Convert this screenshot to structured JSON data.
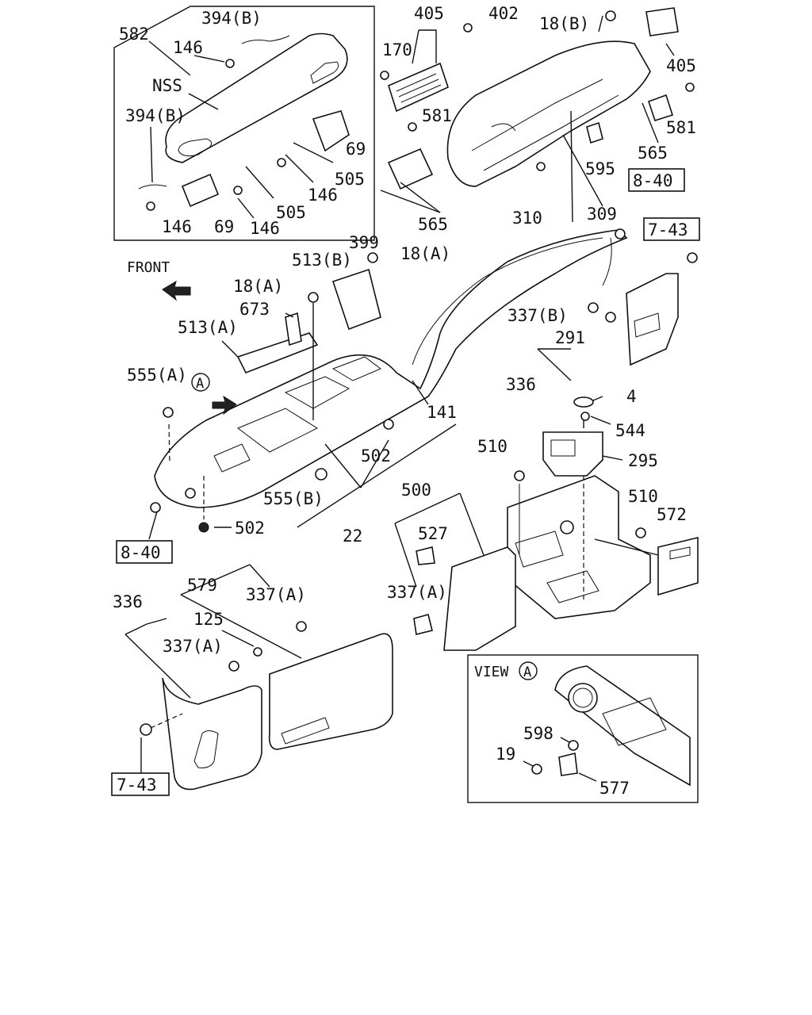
{
  "labels": {
    "l582": "582",
    "l394b_top": "394(B)",
    "l146_a": "146",
    "lnss": "NSS",
    "l394b_left": "394(B)",
    "l69_a": "69",
    "l505_a": "505",
    "l146_b": "146",
    "l505_b": "505",
    "l146_c": "146",
    "l69_b": "69",
    "l146_d": "146",
    "l405_a": "405",
    "l402": "402",
    "l170": "170",
    "l18b": "18(B)",
    "l405_b": "405",
    "l581_a": "581",
    "l581_b": "581",
    "l565_a": "565",
    "l595": "595",
    "l565_b": "565",
    "l310": "310",
    "l309": "309",
    "l840_a": "8-40",
    "l743_a": "7-43",
    "lfront": "FRONT",
    "l399": "399",
    "l513b": "513(B)",
    "l18a_a": "18(A)",
    "l18a_b": "18(A)",
    "l673": "673",
    "l513a": "513(A)",
    "l337b": "337(B)",
    "l291": "291",
    "l336_a": "336",
    "l555a": "555(A)",
    "lA": "A",
    "l141": "141",
    "l502_a": "502",
    "l4": "4",
    "l544": "544",
    "l510_a": "510",
    "l295": "295",
    "l555b": "555(B)",
    "l502_b": "502",
    "l22": "22",
    "l500": "500",
    "l510_b": "510",
    "l527": "527",
    "l572": "572",
    "l840_b": "8-40",
    "l579": "579",
    "l337a_a": "337(A)",
    "l336_b": "336",
    "l125": "125",
    "l337a_b": "337(A)",
    "l337a_c": "337(A)",
    "lview": "VIEW",
    "lviewA": "A",
    "l598": "598",
    "l19": "19",
    "l577": "577",
    "l743_b": "7-43"
  }
}
